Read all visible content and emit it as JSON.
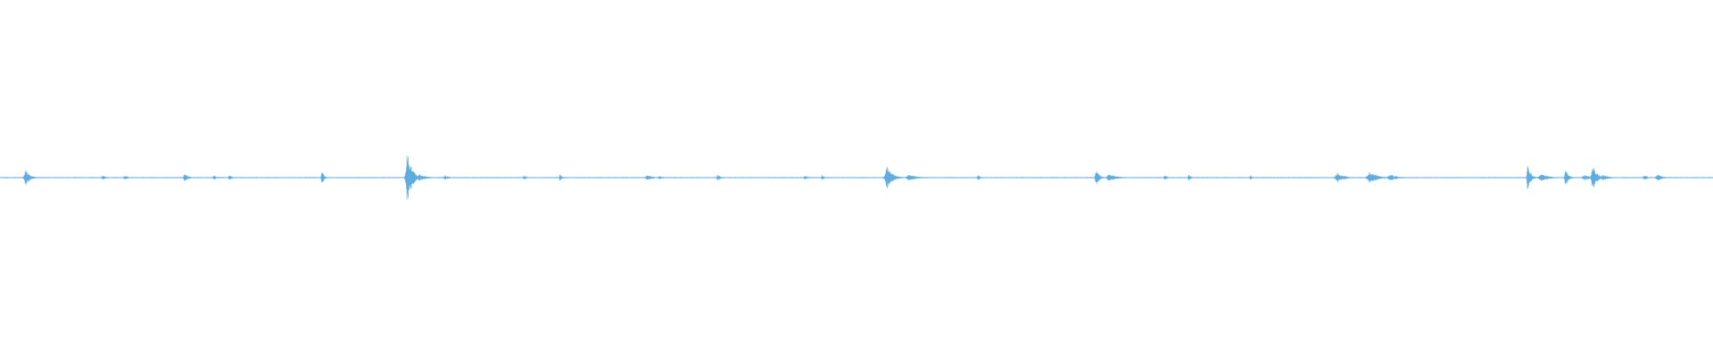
{
  "waveform": {
    "color": "#5aaee3",
    "background": "#ffffff",
    "baseline_amplitude": 0.012,
    "bursts": [
      {
        "t": 0.015,
        "amp": 0.16,
        "spread": 0.0015
      },
      {
        "t": 0.06,
        "amp": 0.05,
        "spread": 0.001
      },
      {
        "t": 0.073,
        "amp": 0.05,
        "spread": 0.0012
      },
      {
        "t": 0.108,
        "amp": 0.07,
        "spread": 0.0015
      },
      {
        "t": 0.125,
        "amp": 0.05,
        "spread": 0.001
      },
      {
        "t": 0.134,
        "amp": 0.05,
        "spread": 0.001
      },
      {
        "t": 0.188,
        "amp": 0.14,
        "spread": 0.0008
      },
      {
        "t": 0.238,
        "amp": 0.55,
        "spread": 0.0015
      },
      {
        "t": 0.245,
        "amp": 0.07,
        "spread": 0.0025
      },
      {
        "t": 0.26,
        "amp": 0.05,
        "spread": 0.0015
      },
      {
        "t": 0.306,
        "amp": 0.05,
        "spread": 0.0008
      },
      {
        "t": 0.327,
        "amp": 0.07,
        "spread": 0.0008
      },
      {
        "t": 0.378,
        "amp": 0.06,
        "spread": 0.002
      },
      {
        "t": 0.385,
        "amp": 0.04,
        "spread": 0.0015
      },
      {
        "t": 0.419,
        "amp": 0.07,
        "spread": 0.001
      },
      {
        "t": 0.47,
        "amp": 0.05,
        "spread": 0.001
      },
      {
        "t": 0.48,
        "amp": 0.05,
        "spread": 0.001
      },
      {
        "t": 0.518,
        "amp": 0.22,
        "spread": 0.002
      },
      {
        "t": 0.531,
        "amp": 0.06,
        "spread": 0.003
      },
      {
        "t": 0.571,
        "amp": 0.05,
        "spread": 0.001
      },
      {
        "t": 0.64,
        "amp": 0.2,
        "spread": 0.001
      },
      {
        "t": 0.648,
        "amp": 0.07,
        "spread": 0.003
      },
      {
        "t": 0.68,
        "amp": 0.05,
        "spread": 0.001
      },
      {
        "t": 0.694,
        "amp": 0.06,
        "spread": 0.001
      },
      {
        "t": 0.73,
        "amp": 0.04,
        "spread": 0.001
      },
      {
        "t": 0.781,
        "amp": 0.09,
        "spread": 0.0025
      },
      {
        "t": 0.8,
        "amp": 0.12,
        "spread": 0.003
      },
      {
        "t": 0.812,
        "amp": 0.06,
        "spread": 0.003
      },
      {
        "t": 0.892,
        "amp": 0.3,
        "spread": 0.001
      },
      {
        "t": 0.9,
        "amp": 0.07,
        "spread": 0.003
      },
      {
        "t": 0.914,
        "amp": 0.18,
        "spread": 0.001
      },
      {
        "t": 0.925,
        "amp": 0.06,
        "spread": 0.002
      },
      {
        "t": 0.93,
        "amp": 0.24,
        "spread": 0.0015
      },
      {
        "t": 0.936,
        "amp": 0.06,
        "spread": 0.002
      },
      {
        "t": 0.96,
        "amp": 0.07,
        "spread": 0.001
      },
      {
        "t": 0.968,
        "amp": 0.06,
        "spread": 0.002
      }
    ]
  }
}
